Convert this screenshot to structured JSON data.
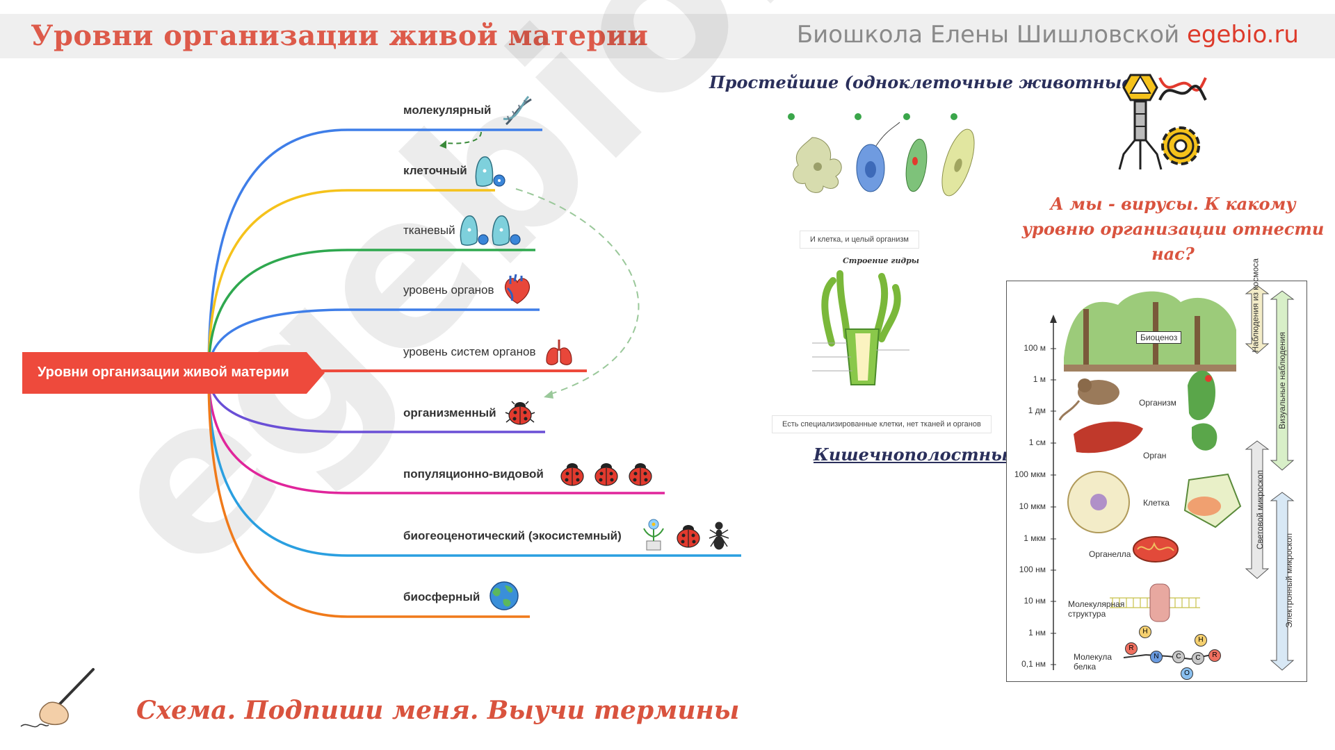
{
  "header": {
    "title": "Уровни организации живой материи",
    "brand_prefix": "Биошкола Елены Шишловской ",
    "brand_site": "egebio.ru"
  },
  "watermark": "egebio.ru",
  "mindmap": {
    "root": "Уровни организации живой материи",
    "levels": [
      {
        "label": "молекулярный",
        "color": "#3f7ee8",
        "icon": "dna-icon"
      },
      {
        "label": "клеточный",
        "color": "#f5c21b",
        "icon": "cell-icon"
      },
      {
        "label": "тканевый",
        "color": "#2fa84f",
        "icon": "tissue-icon"
      },
      {
        "label": "уровень органов",
        "color": "#3f7ee8",
        "icon": "heart-icon"
      },
      {
        "label": "уровень систем органов",
        "color": "#ee4a3c",
        "icon": "lungs-icon"
      },
      {
        "label": "организменный",
        "color": "#6a4fd6",
        "icon": "ladybug-icon"
      },
      {
        "label": "популяционно-видовой",
        "color": "#e0259b",
        "icon": "three-ladybugs-icon"
      },
      {
        "label": "биогеоценотический (экосистемный)",
        "color": "#2a9fe0",
        "icon": "flower-ladybug-ant-icon"
      },
      {
        "label": "биосферный",
        "color": "#f07a1a",
        "icon": "earth-icon"
      }
    ]
  },
  "protists": {
    "title": "Простейшие (одноклеточные животные)",
    "caption": "И клетка, и целый организм"
  },
  "hydra": {
    "title": "Строение гидры",
    "caption": "Есть специализированные клетки, нет тканей и органов",
    "group_title": "Кишечнополостные"
  },
  "virus": {
    "icon": "virus-dna-gear-icon",
    "question": "А мы - вирусы. К какому уровню организации отнести нас?"
  },
  "scale": {
    "ticks": [
      "100 м",
      "1 м",
      "1 дм",
      "1 см",
      "100 мкм",
      "10 мкм",
      "1 мкм",
      "100 нм",
      "10 нм",
      "1 нм",
      "0,1 нм"
    ],
    "labels": [
      "Биоценоз",
      "Организм",
      "Орган",
      "Клетка",
      "Органелла",
      "Молекулярная структура",
      "Молекула белка"
    ],
    "bars": [
      "Наблюдения из космоса",
      "Визуальные наблюдения",
      "Световой микроскоп",
      "Электронный микроскоп"
    ],
    "atoms": [
      "R",
      "H",
      "N",
      "C",
      "O",
      "C",
      "H",
      "R"
    ]
  },
  "footer": {
    "note": "Схема. Подпиши меня. Выучи термины",
    "icon": "writing-hand-icon"
  },
  "colors": {
    "accent": "#ee4a3c",
    "hand_red": "#d9533e",
    "hand_navy": "#2a2f5b"
  }
}
